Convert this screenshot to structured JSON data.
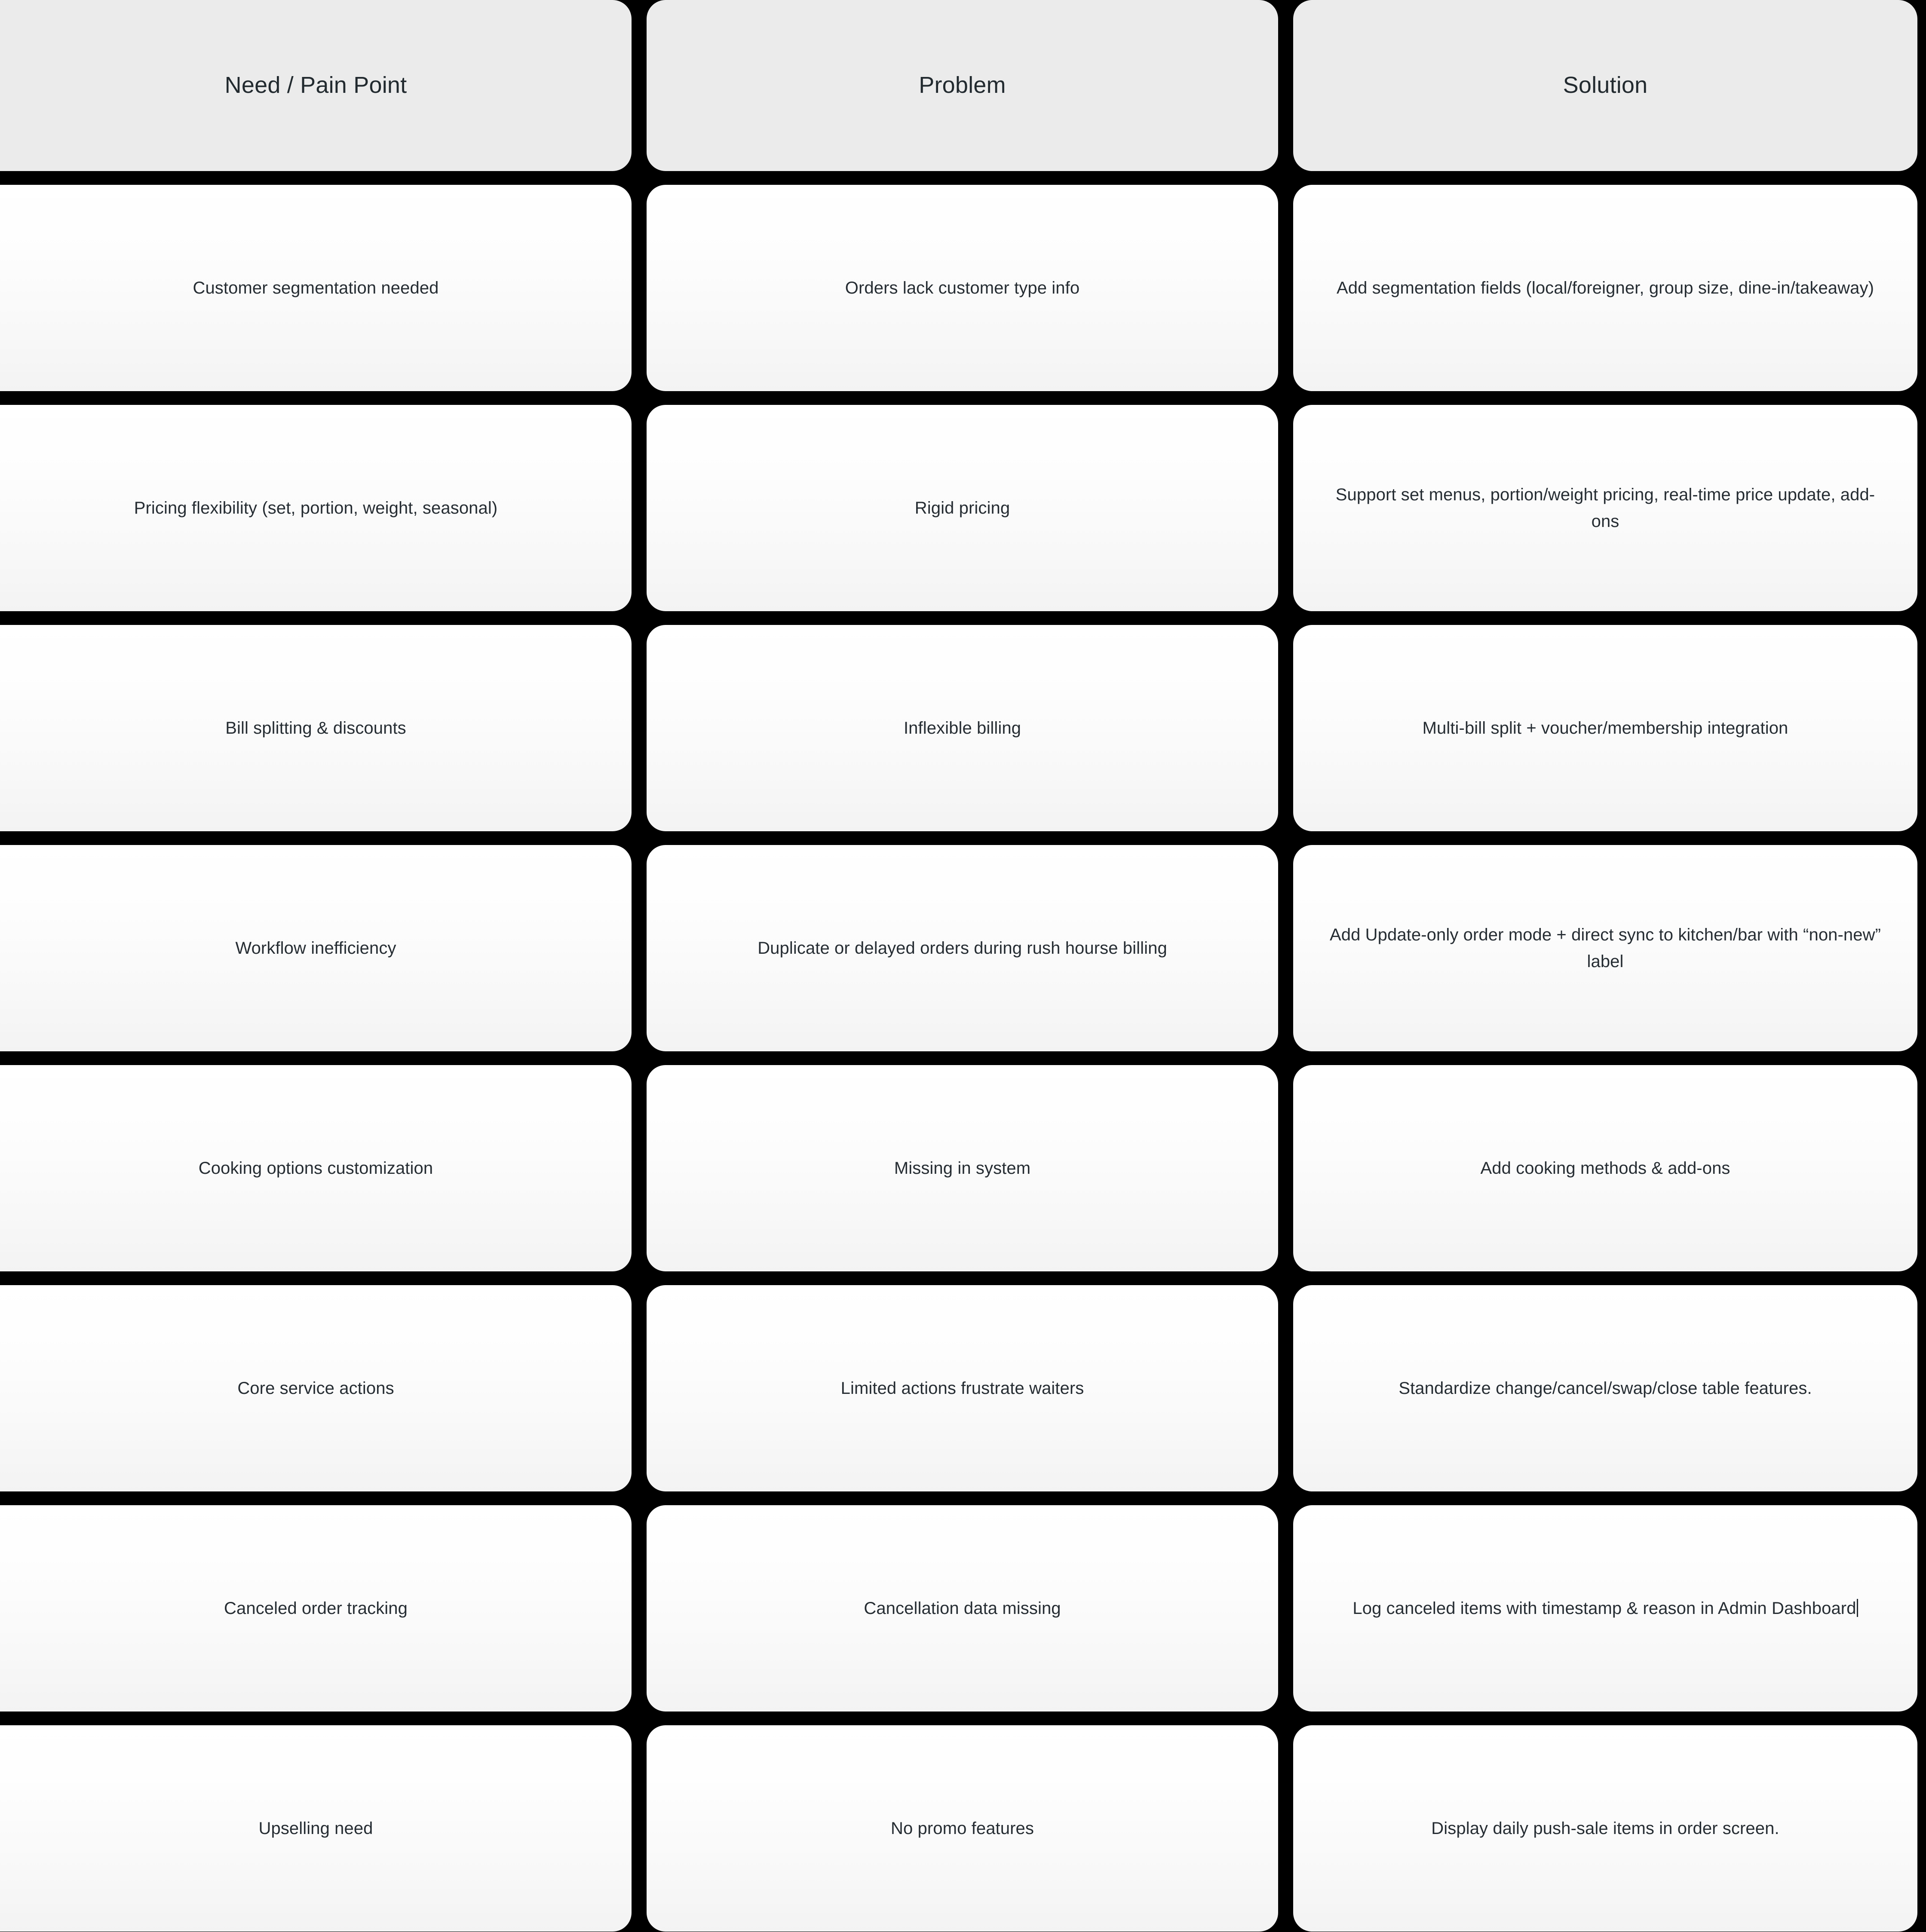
{
  "table": {
    "columns": [
      "Need / Pain Point",
      "Problem",
      "Solution"
    ],
    "rows": [
      {
        "need": "Customer segmentation needed",
        "problem": "Orders lack customer type info",
        "solution": "Add segmentation fields (local/foreigner, group size, dine-in/takeaway)"
      },
      {
        "need": "Pricing flexibility (set, portion, weight, seasonal)",
        "problem": "Rigid pricing",
        "solution": "Support set menus, portion/weight pricing, real-time price update, add-ons"
      },
      {
        "need": "Bill splitting & discounts",
        "problem": "Inflexible billing",
        "solution": "Multi-bill split + voucher/membership integration"
      },
      {
        "need": "Workflow inefficiency",
        "problem": "Duplicate or delayed orders during rush hourse billing",
        "solution": "Add Update-only order mode + direct sync to kitchen/bar with “non-new” label"
      },
      {
        "need": "Cooking options customization",
        "problem": "Missing in system",
        "solution": "Add cooking methods & add-ons"
      },
      {
        "need": "Core service actions",
        "problem": "Limited actions frustrate waiters",
        "solution": "Standardize change/cancel/swap/close table features."
      },
      {
        "need": "Canceled order tracking",
        "problem": "Cancellation data missing",
        "solution": "Log canceled items with timestamp & reason in Admin Dashboard"
      },
      {
        "need": "Upselling need",
        "problem": "No promo features",
        "solution": "Display daily push-sale items in order screen."
      }
    ]
  },
  "colors": {
    "background": "#000000",
    "header_card": "#ebebeb",
    "cell_card_top": "#ffffff",
    "cell_card_bottom": "#f3f3f3",
    "text": "#262d33"
  }
}
